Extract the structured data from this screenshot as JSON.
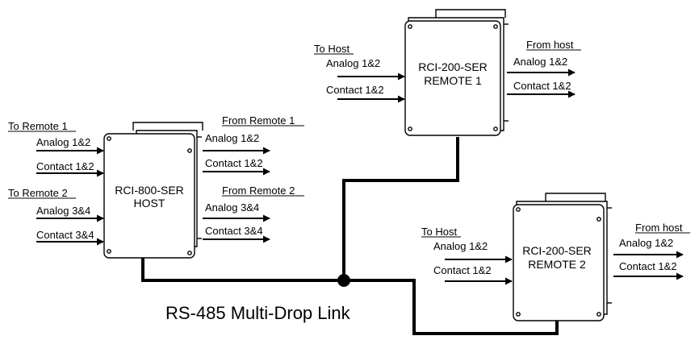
{
  "link_label": "RS-485 Multi-Drop Link",
  "host": {
    "name": "RCI-800-SER",
    "role": "HOST",
    "inputs": [
      {
        "heading": "To Remote 1",
        "rows": [
          "Analog 1&2",
          "Contact 1&2"
        ]
      },
      {
        "heading": "To Remote 2",
        "rows": [
          "Analog 3&4",
          "Contact 3&4"
        ]
      }
    ],
    "outputs": [
      {
        "heading": "From Remote 1",
        "rows": [
          "Analog 1&2",
          "Contact 1&2"
        ]
      },
      {
        "heading": "From Remote 2",
        "rows": [
          "Analog 3&4",
          "Contact 3&4"
        ]
      }
    ]
  },
  "remote1": {
    "name": "RCI-200-SER",
    "role": "REMOTE 1",
    "inputs": {
      "heading": "To Host",
      "rows": [
        "Analog 1&2",
        "Contact 1&2"
      ]
    },
    "outputs": {
      "heading": "From host",
      "rows": [
        "Analog 1&2",
        "Contact 1&2"
      ]
    }
  },
  "remote2": {
    "name": "RCI-200-SER",
    "role": "REMOTE 2",
    "inputs": {
      "heading": "To Host",
      "rows": [
        "Analog 1&2",
        "Contact 1&2"
      ]
    },
    "outputs": {
      "heading": "From host",
      "rows": [
        "Analog 1&2",
        "Contact 1&2"
      ]
    }
  }
}
